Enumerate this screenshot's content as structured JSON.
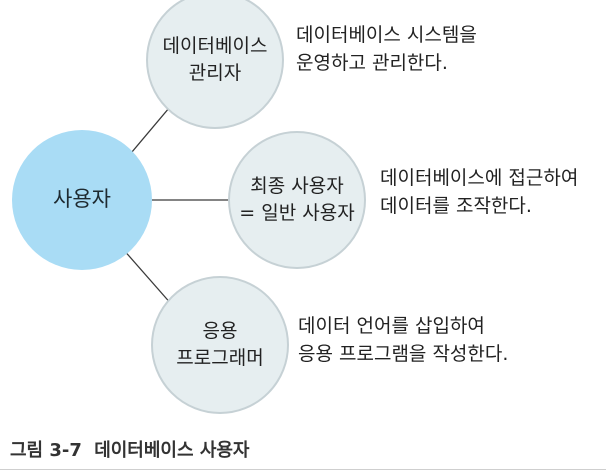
{
  "nodes": {
    "user": {
      "label": "사용자"
    },
    "dba": {
      "label": "데이터베이스\n관리자",
      "description": "데이터베이스 시스템을\n운영하고 관리한다."
    },
    "end_user": {
      "label": "최종 사용자\n= 일반 사용자",
      "description": "데이터베이스에 접근하여\n데이터를 조작한다."
    },
    "programmer": {
      "label": "응용\n프로그래머",
      "description": "데이터 언어를 삽입하여\n응용 프로그램을 작성한다."
    }
  },
  "caption": {
    "figure_number": "그림 3-7",
    "title": "데이터베이스 사용자"
  },
  "colors": {
    "user_fill": "#a9dcf5",
    "node_fill": "#e6eef0",
    "node_stroke": "#c6d1d5",
    "connector": "#3a3a3a"
  }
}
